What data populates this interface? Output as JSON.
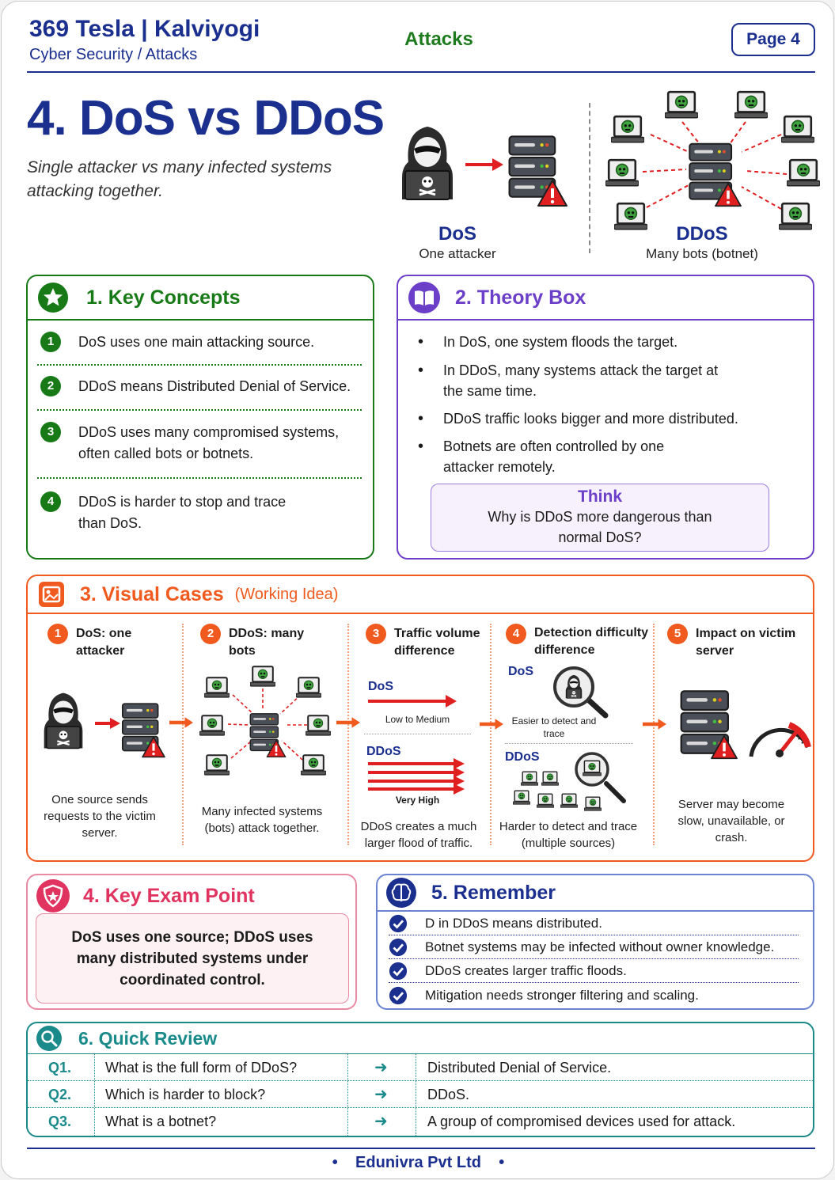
{
  "header": {
    "brand": "369 Tesla | Kalviyogi",
    "subtitle": "Cyber Security / Attacks",
    "topic": "Attacks",
    "page": "Page 4"
  },
  "hero": {
    "title": "4. DoS vs DDoS",
    "subtitle": "Single attacker vs many infected systems attacking together.",
    "dos_label": "DoS",
    "dos_caption": "One attacker",
    "ddos_label": "DDoS",
    "ddos_caption": "Many bots (botnet)"
  },
  "key_concepts": {
    "title": "1.  Key Concepts",
    "items": [
      {
        "num": "1",
        "text": "DoS uses one main attacking source."
      },
      {
        "num": "2",
        "text": "DDoS means Distributed Denial of Service."
      },
      {
        "num": "3",
        "text": "DDoS uses many compromised systems, often called bots or botnets."
      },
      {
        "num": "4",
        "text": "DDoS is harder to stop and trace than DoS."
      }
    ]
  },
  "theory": {
    "title": "2.  Theory Box",
    "items": [
      "In DoS, one system floods the target.",
      "In DDoS, many systems attack the target at the same time.",
      "DDoS traffic looks bigger and more distributed.",
      "Botnets are often controlled by one attacker remotely."
    ],
    "think_title": "Think",
    "think_text": "Why is DDoS more dangerous than normal DoS?"
  },
  "visual_cases": {
    "title": "3.  Visual Cases",
    "subtitle": "(Working Idea)",
    "cases": [
      {
        "num": "1",
        "title": "DoS: one attacker",
        "caption": "One source sends requests to the victim server."
      },
      {
        "num": "2",
        "title": "DDoS: many bots",
        "caption": "Many infected systems (bots) attack together."
      },
      {
        "num": "3",
        "title": "Traffic volume difference",
        "caption": "DDoS creates a much larger flood of traffic.",
        "dos": "DoS",
        "dos_level": "Low to Medium",
        "ddos": "DDoS",
        "ddos_level": "Very High"
      },
      {
        "num": "4",
        "title": "Detection difficulty difference",
        "caption": "Harder to detect and trace (multiple sources)",
        "dos": "DoS",
        "dos_note": "Easier to detect and trace",
        "ddos": "DDoS"
      },
      {
        "num": "5",
        "title": "Impact on victim server",
        "caption": "Server may become slow, unavailable, or crash."
      }
    ]
  },
  "exam": {
    "title": "4.  Key Exam Point",
    "text": "DoS uses one source; DDoS uses many distributed systems under coordinated control."
  },
  "remember": {
    "title": "5.  Remember",
    "items": [
      "D in DDoS means distributed.",
      "Botnet systems may be infected without owner knowledge.",
      "DDoS creates larger traffic floods.",
      "Mitigation needs stronger filtering and scaling."
    ]
  },
  "review": {
    "title": "6.  Quick Review",
    "rows": [
      {
        "q": "Q1.",
        "question": "What is the full form of DDoS?",
        "answer": "Distributed Denial of Service."
      },
      {
        "q": "Q2.",
        "question": "Which is harder to block?",
        "answer": "DDoS."
      },
      {
        "q": "Q3.",
        "question": "What is a botnet?",
        "answer": "A group of compromised devices used for attack."
      }
    ]
  },
  "footer": {
    "company": "Edunivra Pvt Ltd"
  },
  "colors": {
    "navy": "#1b2f8f",
    "green": "#177a17",
    "purple": "#6c3fc9",
    "orange": "#f05a1e",
    "pink": "#e0335f",
    "teal": "#1a8a8a",
    "red": "#e02020"
  }
}
